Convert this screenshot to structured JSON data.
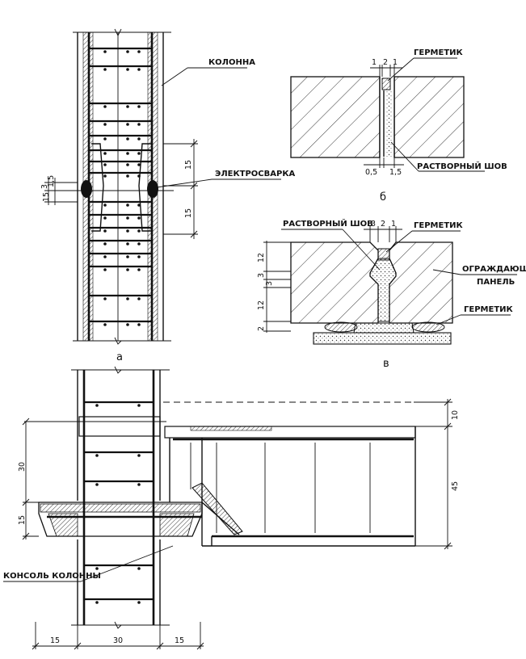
{
  "labels": {
    "column": "КОЛОННА",
    "welding": "ЭЛЕКТРОСВАРКА",
    "sealant_b": "ГЕРМЕТИК",
    "mortar_joint_b": "РАСТВОРНЫЙ ШОВ",
    "mortar_joint_v": "РАСТВОРНЫЙ ШОВ",
    "sealant_v_top": "ГЕРМЕТИК",
    "enclosing_panel_1": "ОГРАЖДАЮЩАЯ",
    "enclosing_panel_2": "ПАНЕЛЬ",
    "sealant_v_bottom": "ГЕРМЕТИК",
    "column_console": "КОНСОЛЬ КОЛОННЫ"
  },
  "captions": {
    "a": "а",
    "b": "б",
    "v": "в"
  },
  "dims": {
    "a_3": "3",
    "a_1_5": "1,5",
    "a_15_small": "15",
    "a_15_upper": "15",
    "a_15_lower": "15",
    "b_1a": "1",
    "b_2": "2",
    "b_1b": "1",
    "b_05": "0,5",
    "b_15": "1,5",
    "v_3": "3",
    "v_2": "2",
    "v_1": "1",
    "v_12a": "12",
    "v_3a": "3",
    "v_3b": "3",
    "v_12b": "12",
    "v_2b": "2",
    "g_10": "10",
    "g_45": "45",
    "g_30": "30",
    "g_15": "15",
    "g_b15a": "15",
    "g_b30": "30",
    "g_b15b": "15"
  }
}
